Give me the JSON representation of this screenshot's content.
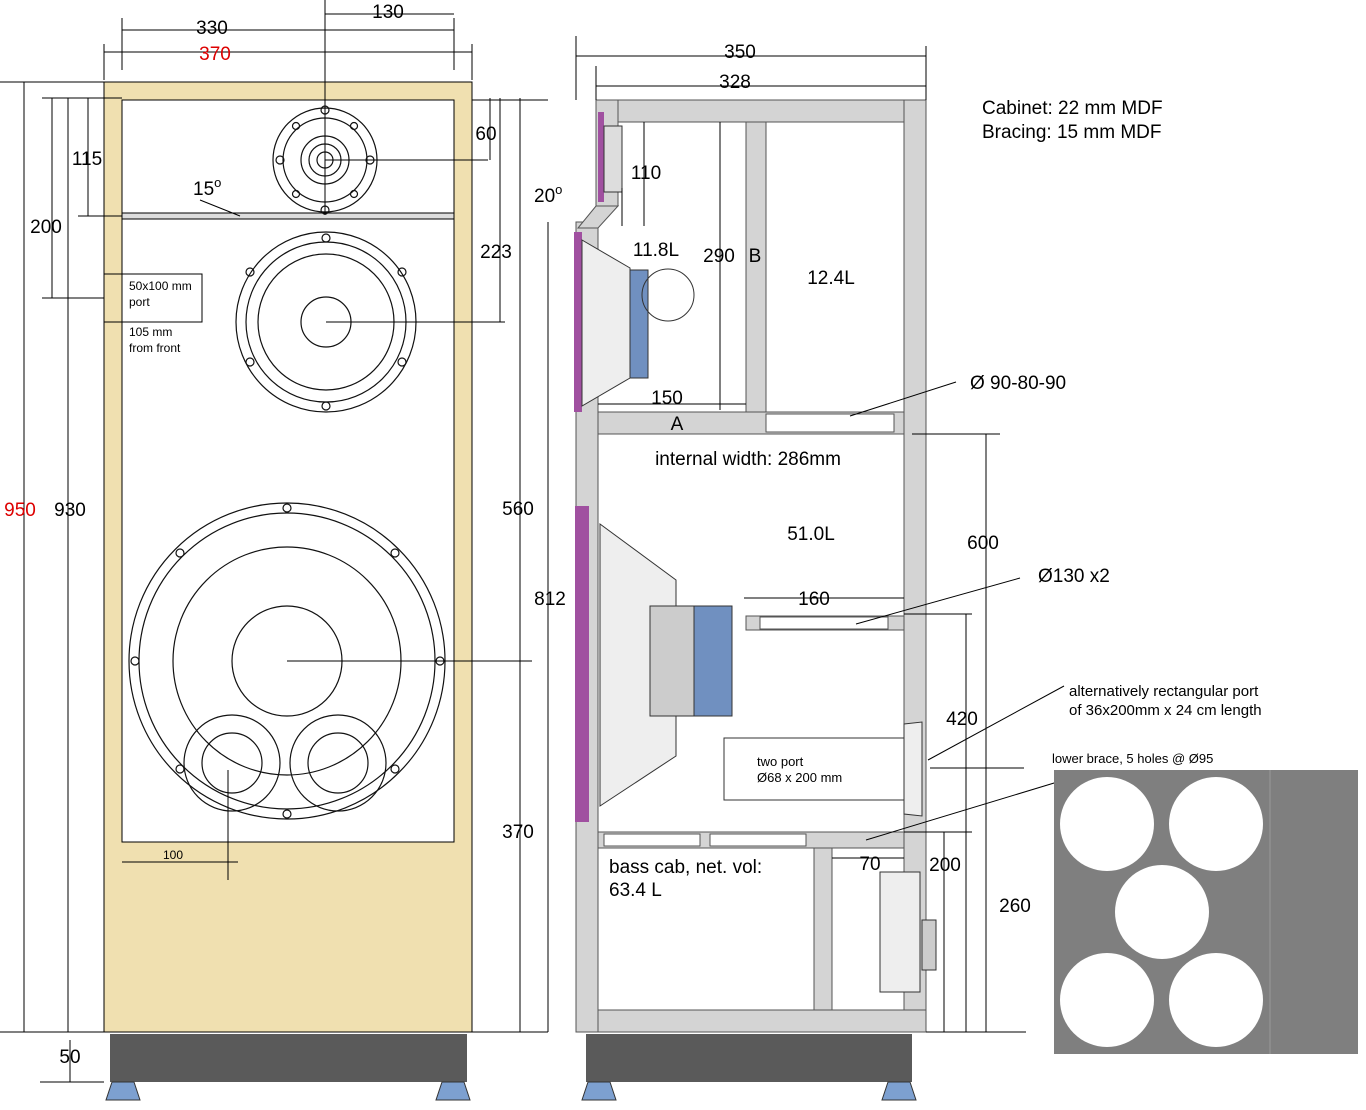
{
  "front": {
    "width_inner": "330",
    "width_outer": "370",
    "tweeter_offset": "130",
    "tweeter_h": "60",
    "h_115": "115",
    "h_200": "200",
    "h_223": "223",
    "h_560": "560",
    "h_370": "370",
    "h_930": "930",
    "h_950": "950",
    "plinth": "50",
    "angle": "15",
    "port_label_1": "50x100 mm",
    "port_label_2": "port",
    "port_depth_1": "105 mm",
    "port_depth_2": "from front",
    "h_100": "100"
  },
  "side": {
    "width_outer": "350",
    "width_inner": "328",
    "cabinet": "Cabinet: 22 mm MDF",
    "bracing": "Bracing: 15 mm MDF",
    "tweeter_depth": "110",
    "angle": "20",
    "vol_mid": "11.8L",
    "h_290": "290",
    "brace_b": "B",
    "vol_rear": "12.4L",
    "d_150": "150",
    "brace_a": "A",
    "hole_a": "Ø 90-80-90",
    "internal_width": "internal width: 286mm",
    "vol_main": "51.0L",
    "h_600": "600",
    "h_812": "812",
    "d_160": "160",
    "hole_main": "Ø130 x2",
    "alt_port_1": "alternatively rectangular port",
    "alt_port_2": "of 36x200mm x 24 cm length",
    "h_420": "420",
    "port_title": "two port",
    "port_size": "Ø68 x 200 mm",
    "bass_1": "bass cab, net. vol:",
    "bass_2": "63.4 L",
    "d_70": "70",
    "h_200": "200",
    "h_260": "260"
  },
  "brace_detail": {
    "label": "lower brace, 5 holes @ Ø95"
  },
  "colors": {
    "wood": "#f0e0b0",
    "wall": "#d4d4d4",
    "red": "#dd0000",
    "purple": "#a050a0",
    "magnet": "#7090c0",
    "plinth": "#5a5a5a",
    "brace_panel": "#7f7f7f"
  }
}
